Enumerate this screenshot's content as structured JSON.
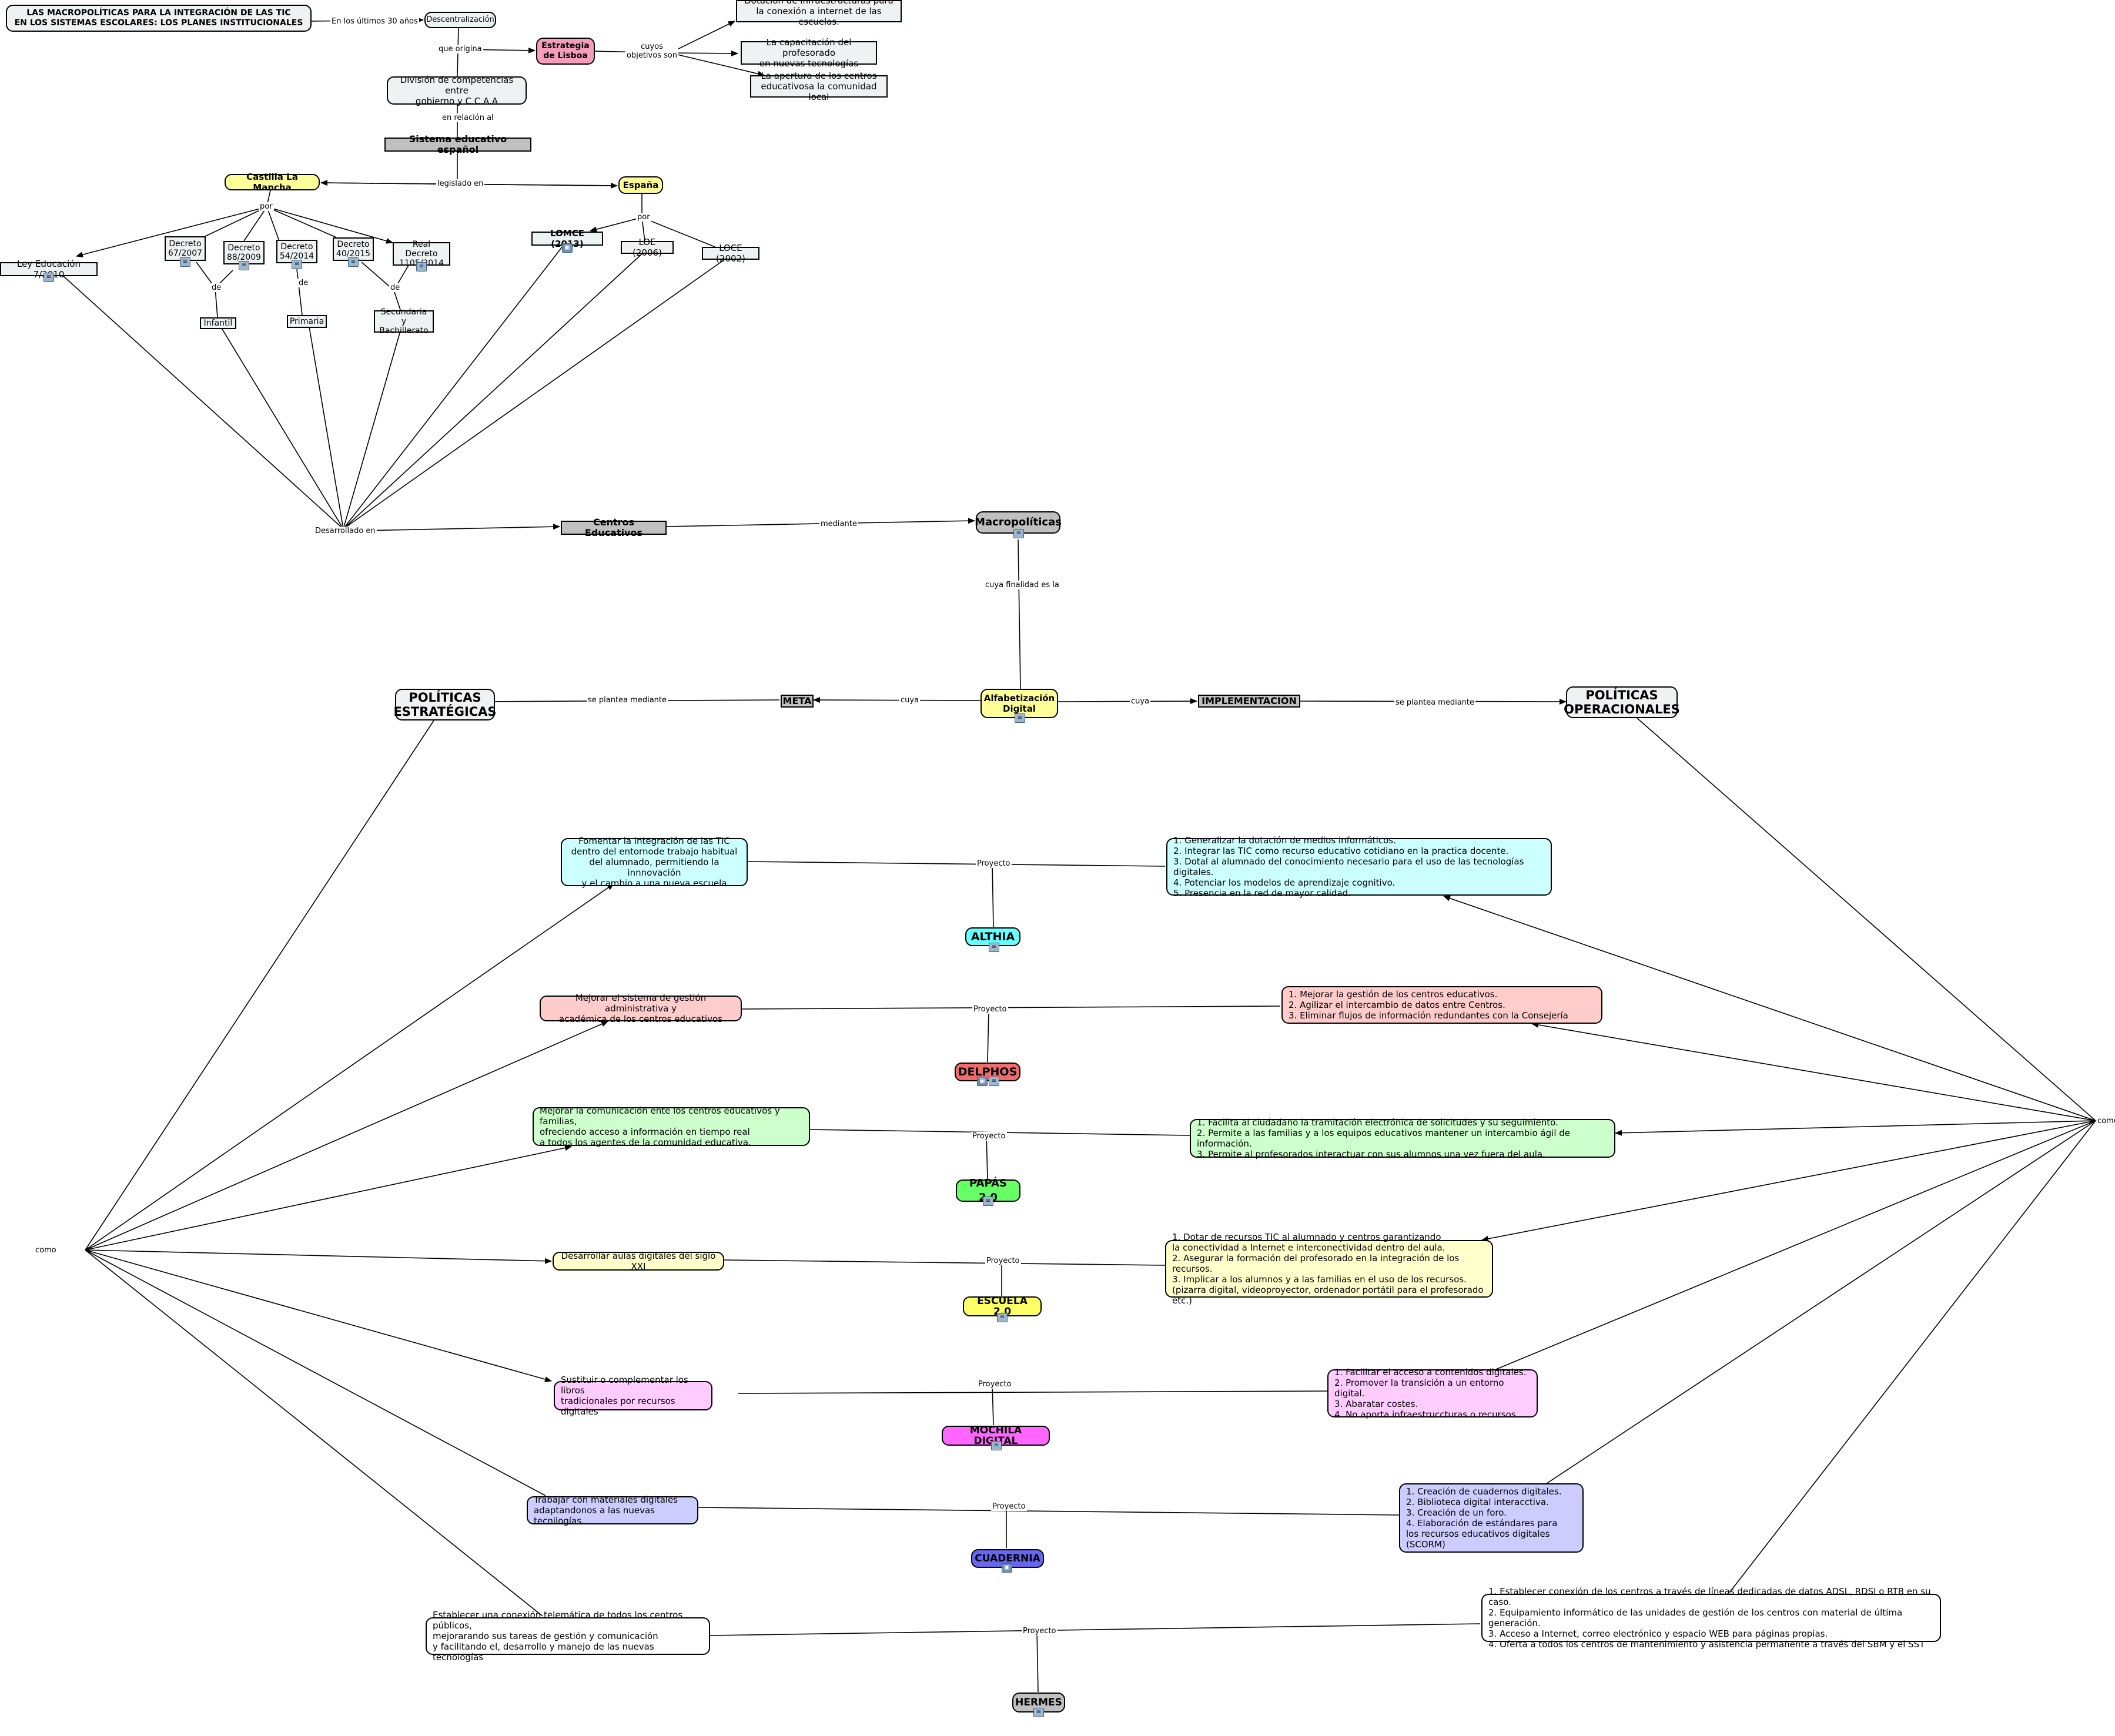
{
  "title": "LAS MACROPOLÍTICAS PARA LA INTEGRACIÓN DE LAS TIC\nEN LOS SISTEMAS ESCOLARES: LOS PLANES INSTITUCIONALES",
  "colors": {
    "default_node": "#eef2f3",
    "lisboa": "#f59dbd",
    "yellow": "#ffff99",
    "gray": "#c0c0c0",
    "althia": "#66ffff",
    "althia_light": "#ccffff",
    "delphos": "#f06c6c",
    "delphos_light": "#ffcccc",
    "papas": "#66ff66",
    "papas_light": "#ccffcc",
    "escuela_light": "#ffffcc",
    "mochila": "#ff66ff",
    "mochila_light": "#ffccff",
    "cuadernia": "#6666ee",
    "cuadernia_light": "#ccccff",
    "hermes_light": "#ffffff"
  },
  "icons": {
    "resource": "document-icon",
    "media": "image-icon"
  },
  "nodes": {
    "descentralizacion": "Descentralización",
    "lisboa": "Estrategia\nde Lisboa",
    "dotacion": "Dotación de infraestructuras para\nla conexión a internet de las escuelas.",
    "capacitacion": "La capacitación del profesorado\nen nuevas tecnologías",
    "apertura": "La apertura de los centros\neducativosa la comunidad local",
    "division": "División de competencias entre\ngobierno y C.C.A.A",
    "sistema": "Sistema educativo español",
    "clm": "Castilla La Mancha",
    "espana": "España",
    "ley": "Ley Educación 7/2010",
    "d67": "Decreto\n67/2007",
    "d88": "Decreto\n88/2009",
    "d54": "Decreto\n54/2014",
    "d40": "Decreto\n40/2015",
    "rd": "Real Decreto\n1105/2014",
    "infantil": "Infantil",
    "primaria": "Primaria",
    "secundaria": "Secundaria y\nBachillerato",
    "lomce": "LOMCE (2013)",
    "loe": "LOE (2006)",
    "loce": "LOCE (2002)",
    "centros": "Centros Educativos",
    "macro": "Macropolíticas",
    "alfab": "Alfabetización\nDigital",
    "meta": "META",
    "impl": "IMPLEMENTACIÓN",
    "pol_est": "POLÍTICAS\nESTRATÉGICAS",
    "pol_op": "POLÍTICAS\nOPERACIONALES",
    "althia_goal": "Fomentar la integración de las TIC\ndentro del entornode trabajo habitual\ndel alumnado, permitiendo la innnovación\ny el cambio  a una nueva escuela",
    "althia_list": "1.    Generalizar la dotación de medios informáticos.\n2.    Integrar las TIC como recurso educativo cotidiano en la practica docente.\n3.    Dotal al alumnado del conocimiento necesario para el uso de las tecnologías digitales.\n4.    Potenciar los modelos de aprendizaje cognitivo.\n5.    Presencia en la red de mayor calidad.",
    "althia": "ALTHIA",
    "delphos_goal": "Mejorar el sistema de gestión administrativa y\nacadémica de los centros educativos",
    "delphos_list": "1.    Mejorar la gestión de los centros educativos.\n2.    Agilizar el intercambio de datos entre Centros.\n3.    Eliminar flujos de información redundantes con la Consejería",
    "delphos": "DELPHOS",
    "papas_goal": "Mejorar la comunicación ente los centros educativos y  familias,\nofreciendo acceso a información en tiempo real\n a todos los agentes de la comunidad educativa.",
    "papas_list": "1.    Facilita al ciudadano la tramitación electrónica de solicitudes y su seguimiento.\n2.    Permite a las familias y a los equipos educativos  mantener un intercambio ágil de información.\n3.    Permite al profesorados interactuar con sus alumnos una vez fuera del aula.",
    "papas": "PAPÁS 2.0",
    "escuela_goal": "Desarrollar aulas digitales del siglo XXI",
    "escuela_list": "1.    Dotar de recursos TIC al alumnado y centros garantizando\nla conectividad a Internet e interconectividad dentro del aula.\n2.    Asegurar la formación del profesorado en la integración de los recursos.\n3.    Implicar a los alumnos y a las familias en el uso de los recursos.\n(pizarra digital, videoproyector, ordenador portátil para el profesorado etc.)",
    "escuela": "ESCUELA 2.0",
    "mochila_goal": "Sustituir o complementar los libros\ntradicionales por recursos digitales",
    "mochila_list": "1.    Facilitar el acceso a contenidos digitales.\n2.    Promover la transición a un entorno digital.\n3.    Abaratar costes.\n4.     No aporta infraestruccturas o recursos.",
    "mochila": "MOCHILA DIGITAL",
    "cuadernia_goal": "Trabajar con materiales digitales\nadaptandonos a las nuevas tecnilogías.",
    "cuadernia_list": "1.    Creación de cuadernos digitales.\n2.    Biblioteca digital interacctiva.\n3.    Creación de un foro.\n4.    Elaboración de estándares para\nlos recursos educativos digitales (SCORM)",
    "cuadernia": "CUADERNIA",
    "hermes_goal": "Establecer una conexión telemática de todos los centros públicos,\nmejorarando sus tareas de gestión y comunicación\ny facilitando el, desarrollo y manejo de las nuevas tecnologías",
    "hermes_list": "1.    Establecer conexión de los centros a través de líneas dedicadas de datos ADSL, RDSI o RTB en su caso.\n2.    Equipamiento informático de las unidades de gestión de los centros con material de última generación.\n3.    Acceso a Internet, correo electrónico y espacio WEB para páginas propias.\n4.    Oferta a todos los centros de mantenimiento y asistencia permanente a través del SBM y el SST",
    "hermes": "HERMES"
  },
  "links": {
    "ultimos": "En los últimos 30 años",
    "origina": "que origina",
    "cuyos": "cuyos\nobjetivos son",
    "relacion": "en relación al",
    "legislado": "legislado en",
    "por1": "por",
    "por2": "por",
    "de1": "de",
    "de2": "de",
    "de3": "de",
    "desarrollado": "Desarrollado en",
    "mediante": "mediante",
    "finalidad": "cuya finalidad es la",
    "cuya1": "cuya",
    "cuya2": "cuya",
    "plantea1": "se plantea mediante",
    "plantea2": "se plantea mediante",
    "como1": "como",
    "como2": "como",
    "proy1": "Proyecto",
    "proy2": "Proyecto",
    "proy3": "Proyecto",
    "proy4": "Proyecto",
    "proy5": "Proyecto",
    "proy6": "Proyecto",
    "proy7": "Proyecto"
  }
}
